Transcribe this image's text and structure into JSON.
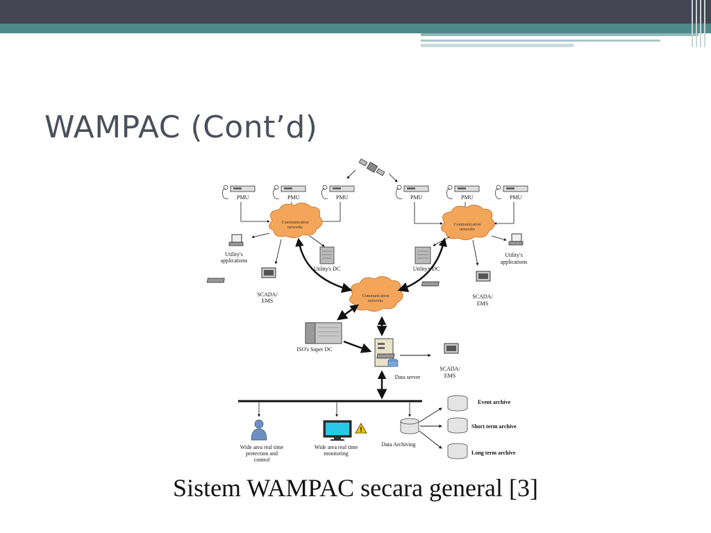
{
  "slide": {
    "title": "WAMPAC (Cont’d)",
    "caption": "Sistem WAMPAC secara general [3]"
  },
  "diagram": {
    "pmu_label": "PMU",
    "cloud_label_line1": "Communication",
    "cloud_label_line2": "networks",
    "utility_apps_line1": "Utility's",
    "utility_apps_line2": "applications",
    "scada_line1": "SCADA/",
    "scada_line2": "EMS",
    "utility_dc": "Utility's DC",
    "iso_super_dc": "ISO's Super DC",
    "data_server": "Data server",
    "protection_line1": "Wide area real time",
    "protection_line2": "protection and",
    "protection_line3": "control",
    "monitoring_line1": "Wide area real time",
    "monitoring_line2": "monitoring",
    "data_archiving": "Data Archiving",
    "event_archive": "Event archive",
    "short_term_archive": "Short term archive",
    "long_term_archive": "Long term archive"
  },
  "colors": {
    "top_bar": "#454653",
    "teal_band": "#4e8a8c",
    "cloud_fill": "#f3a65a",
    "title_text": "#4a4f5c"
  }
}
